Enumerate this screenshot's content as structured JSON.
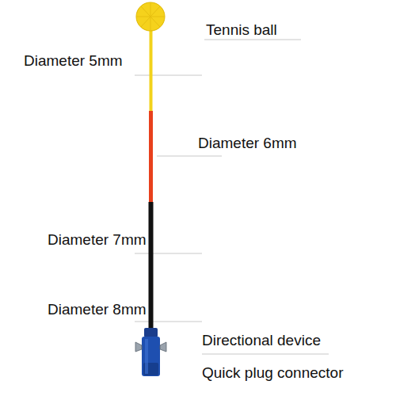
{
  "diagram": {
    "labels": [
      "Tennis ball",
      "Diameter 5mm",
      "Diameter 6mm",
      "Diameter 7mm",
      "Diameter 8mm",
      "Directional device",
      "Quick plug connector"
    ]
  }
}
